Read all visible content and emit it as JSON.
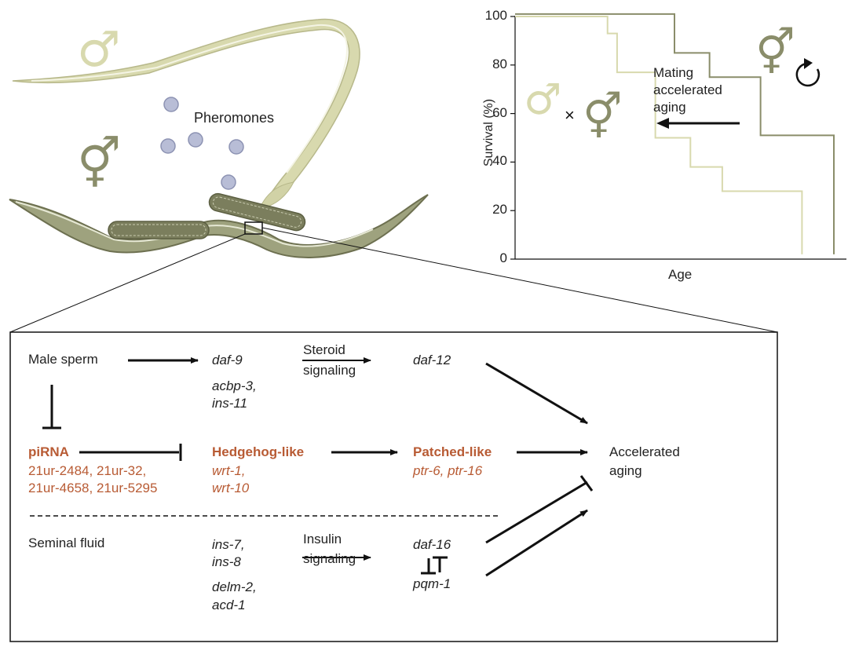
{
  "illustration": {
    "pheromones_label": "Pheromones"
  },
  "chart_data": {
    "type": "line",
    "ylabel": "Survival (%)",
    "xlabel": "Age",
    "yticks": [
      "0",
      "20",
      "40",
      "60",
      "80",
      "100"
    ],
    "ylim": [
      0,
      100
    ],
    "annotation": [
      "Mating",
      "accelerated",
      "aging"
    ],
    "series": [
      {
        "color": "#d8d9ae",
        "x": [
          0,
          0.29,
          0.29,
          0.32,
          0.32,
          0.44,
          0.44,
          0.55,
          0.55,
          0.65,
          0.65,
          0.9,
          0.9
        ],
        "y": [
          100,
          100,
          93,
          93,
          77,
          77,
          50,
          50,
          38,
          38,
          28,
          28,
          2
        ]
      },
      {
        "color": "#8a8d6a",
        "x": [
          0,
          0.5,
          0.5,
          0.61,
          0.61,
          0.77,
          0.77,
          1.0,
          1.0
        ],
        "y": [
          101,
          101,
          85,
          85,
          75,
          75,
          51,
          51,
          2
        ]
      }
    ]
  },
  "diagram": {
    "male_sperm": "Male sperm",
    "daf9": "daf-9",
    "acbp3": "acbp-3,",
    "ins11": "ins-11",
    "steroid1": "Steroid",
    "steroid2": "signaling",
    "daf12": "daf-12",
    "pirna": "piRNA",
    "pirna_list1": "21ur-2484, 21ur-32,",
    "pirna_list2": "21ur-4658, 21ur-5295",
    "hedgehog": "Hedgehog-like",
    "wrt1": "wrt-1,",
    "wrt10": "wrt-10",
    "patched": "Patched-like",
    "ptr": "ptr-6, ptr-16",
    "accel1": "Accelerated",
    "accel2": "aging",
    "seminal": "Seminal fluid",
    "ins7": "ins-7,",
    "ins8": "ins-8",
    "delm2": "delm-2,",
    "acd1": "acd-1",
    "insulin1": "Insulin",
    "insulin2": "signaling",
    "daf16": "daf-16",
    "pqm1": "pqm-1"
  },
  "colors": {
    "male": "#d8d9ae",
    "herm": "#8a8d6a",
    "herm_body": "#9ea27e",
    "pheromone": "#b8bdd6",
    "orange": "#b85b34"
  }
}
